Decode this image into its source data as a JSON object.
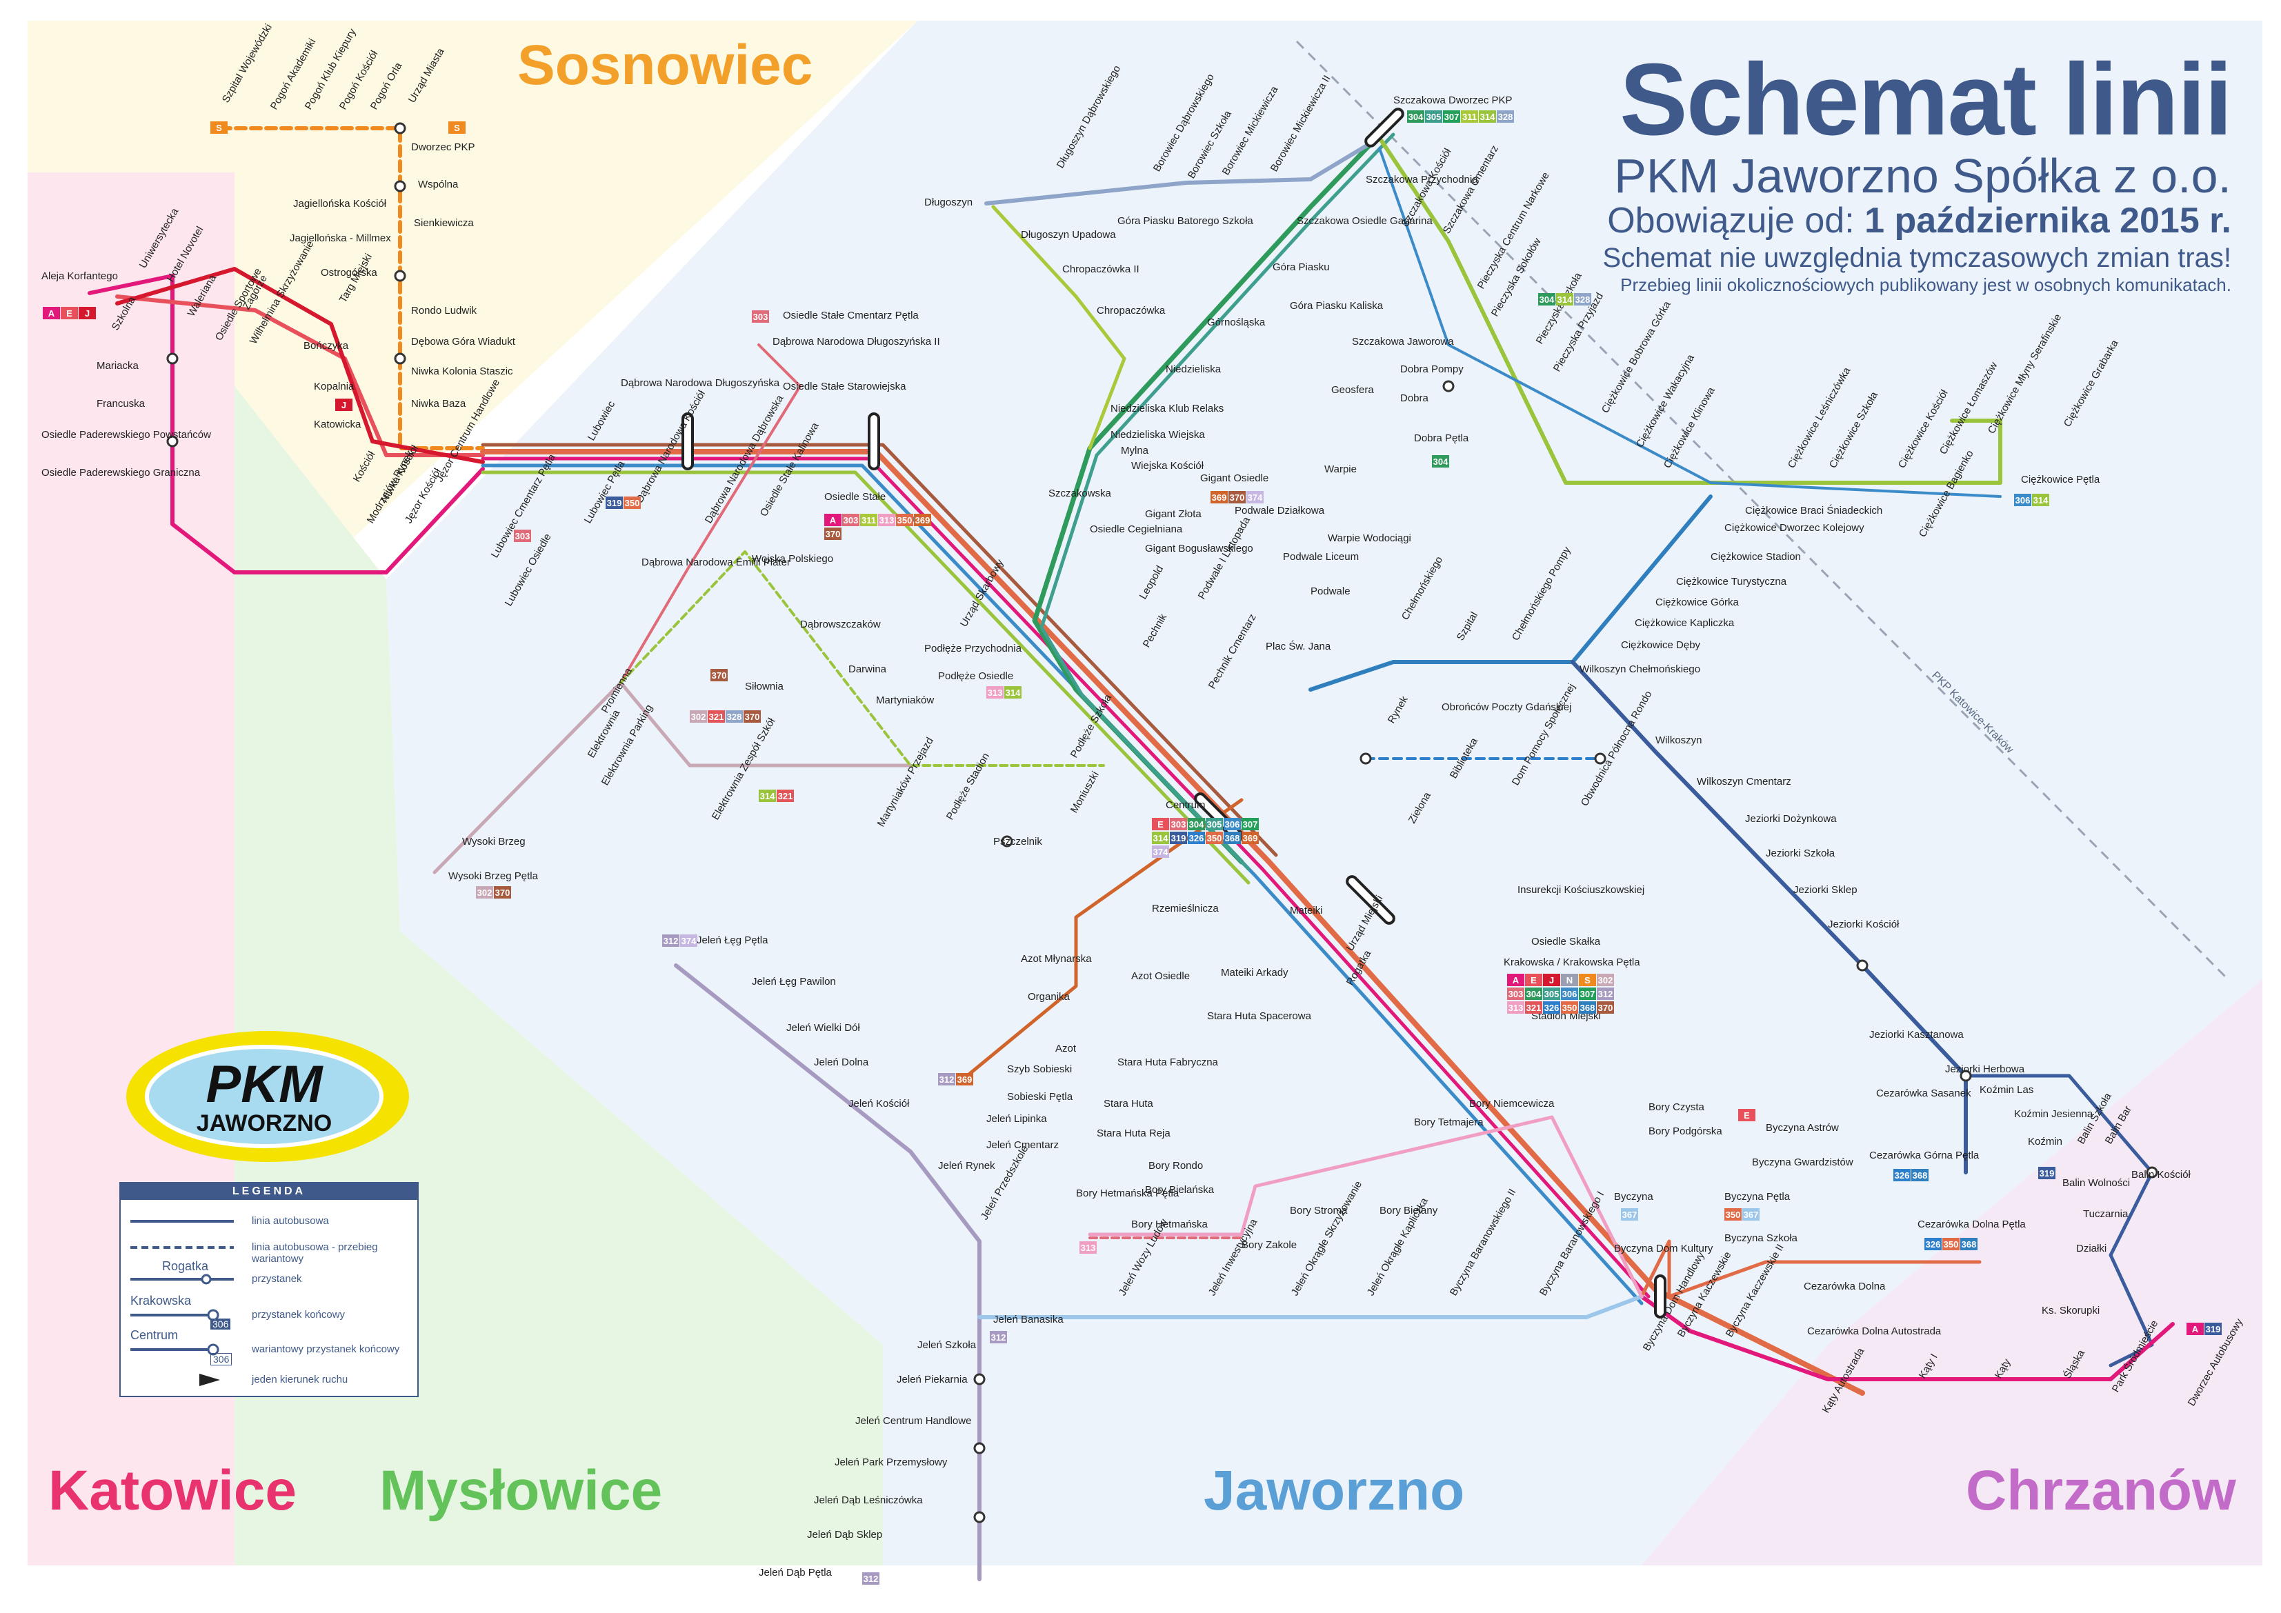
{
  "title": {
    "main": "Schemat linii",
    "company": "PKM Jaworzno Spółka z o.o.",
    "valid_from_label": "Obowiązuje od:",
    "valid_from_date": "1 października 2015 r.",
    "notice": "Schemat nie uwzględnia tymczasowych zmian tras!",
    "notice_small": "Przebieg linii okolicznościowych publikowany jest w osobnych komunikatach."
  },
  "regions": {
    "sosnowiec": "Sosnowiec",
    "katowice": "Katowice",
    "myslowice": "Mysłowice",
    "jaworzno": "Jaworzno",
    "chrzanow": "Chrzanów"
  },
  "logo": {
    "line1": "PKM",
    "line2": "JAWORZNO"
  },
  "legend": {
    "title": "LEGENDA",
    "items": [
      {
        "sample": "",
        "text": "linia autobusowa"
      },
      {
        "sample": "",
        "text": "linia autobusowa - przebieg wariantowy"
      },
      {
        "sample": "Rogatka",
        "text": "przystanek"
      },
      {
        "sample": "Krakowska",
        "sample_badge": "306",
        "text": "przystanek końcowy"
      },
      {
        "sample": "Centrum",
        "sample_badge": "306",
        "text": "wariantowy przystanek końcowy"
      },
      {
        "sample": "",
        "text": "jeden kierunek ruchu"
      }
    ]
  },
  "colors": {
    "title": "#3f5a8a",
    "sosnowiec": "#f3a02a",
    "katowice": "#e8336f",
    "myslowice": "#63c35a",
    "jaworzno": "#5aa0d6",
    "chrzanow": "#c36bc8",
    "bg_sosnowiec": "#fdf9e2",
    "bg_katowice": "#fde6ee",
    "bg_myslowice": "#e6f6e2",
    "bg_jaworzno": "#ecf3fa",
    "bg_chrzanow": "#f5e9f5"
  },
  "stops": [
    "Szpital Wojewódzki",
    "Pogoń Akademiki",
    "Pogoń Klub Kiepury",
    "Pogoń Kościół",
    "Pogoń Orla",
    "Urząd Miasta",
    "Dworzec PKP",
    "Wspólna",
    "Sienkiewicza",
    "Jagiellońska Kościół",
    "Jagiellońska - Millmex",
    "Ostrogórska",
    "Targ Miejski",
    "Rondo Ludwik",
    "Dębowa Góra Wiadukt",
    "Niwka Kolonia Staszic",
    "Niwka Baza",
    "Kopalnia",
    "Katowicka",
    "Kościół",
    "Niwka Kościół",
    "Modrzejów Rynek",
    "Jęzor Kościół",
    "Jęzor Centrum Handlowe",
    "Bończyka",
    "Wilhelmina Skrzyżowanie",
    "Osiedle Sportowe",
    "Zagórze",
    "Waleriana",
    "Hotel Novotel",
    "Uniwersytecka",
    "Aleja Korfantego",
    "Szkolna",
    "Mariacka",
    "Francuska",
    "Osiedle Paderewskiego Powstańców",
    "Osiedle Paderewskiego Graniczna",
    "Lubowiec",
    "Lubowiec Pętla",
    "Lubowiec Cmentarz Pętla",
    "Lubowiec Osiedle",
    "Dąbrowa Narodowa Długoszyńska",
    "Dąbrowa Narodowa Kościół",
    "Dąbrowa Narodowa Dąbrowska",
    "Osiedle Stałe Kalinowa",
    "Osiedle Stałe",
    "Osiedle Stałe Cmentarz Pętla",
    "Dąbrowa Narodowa Długoszyńska II",
    "Osiedle Stałe Starowiejska",
    "Dąbrowa Narodowa Emilii Plater",
    "Wojska Polskiego",
    "Dąbrowszczaków",
    "Darwina",
    "Siłownia",
    "Martyniaków",
    "Promienna",
    "Elektrownia",
    "Elektrownia Parking",
    "Elektrownia Zespół Szkół",
    "Martyniaków Przejazd",
    "Podłęże Stadion",
    "Moniuszki",
    "Podłęże Szkoła",
    "Podłęże Osiedle",
    "Podłęże Przychodnia",
    "Urząd Skarbowy",
    "Szczakowska",
    "Wysoki Brzeg",
    "Wysoki Brzeg Pętla",
    "Pszczelnik",
    "Długoszyn",
    "Długoszyn Dąbrowskiego",
    "Długoszyn Upadowa",
    "Chropaczówka II",
    "Chropaczówka",
    "Borowiec Dąbrowskiego",
    "Borowiec Szkoła",
    "Borowiec Mickiewicza",
    "Borowiec Mickiewicza II",
    "Góra Piasku Batorego Szkoła",
    "Góra Piasku",
    "Góra Piasku Kaliska",
    "Górnośląska",
    "Niedzieliska",
    "Niedzieliska Klub Relaks",
    "Niedzieliska Wiejska",
    "Mylna",
    "Wiejska Kościół",
    "Gigant Osiedle",
    "Gigant Złota",
    "Osiedle Cegielniana",
    "Gigant Bogusławskiego",
    "Podwale Działkowa",
    "Podwale Liceum",
    "Podwale",
    "Podwale I Listopada",
    "Leopold",
    "Pechnik",
    "Pechnik Cmentarz",
    "Plac Św. Jana",
    "Warpie",
    "Warpie Wodociągi",
    "Geosfera",
    "Szczakowa Dworzec PKP",
    "Szczakowa Przychodnia",
    "Szczakowa Osiedle Gagarina",
    "Szczakowa Kościół",
    "Szczakowa Cmentarz",
    "Szczakowa Jaworowa",
    "Dobra Pompy",
    "Dobra",
    "Dobra Pętla",
    "Pieczyska Centrum Narkowe",
    "Pieczyska Sokołów",
    "Pieczyska Szkoła",
    "Pieczyska Przyjazd",
    "Ciężkowice Bobrowa Górka",
    "Ciężkowice Wakacyjna",
    "Ciężkowice Klinowa",
    "Ciężkowice Leśniczówka",
    "Ciężkowice Szkoła",
    "Ciężkowice Kościół",
    "Ciężkowice Łomaszów",
    "Ciężkowice Młyny Serafinskie",
    "Ciężkowice Grabarka",
    "Ciężkowice Pętla",
    "Ciężkowice Bagienko",
    "Ciężkowice Braci Śniadeckich",
    "Ciężkowice Dworzec Kolejowy",
    "Ciężkowice Stadion",
    "Ciężkowice Turystyczna",
    "Ciężkowice Górka",
    "Ciężkowice Kapliczka",
    "Ciężkowice Dęby",
    "Wilkoszyn Chełmońskiego",
    "Chełmońskiego",
    "Szpital",
    "Chełmońskiego Pompy",
    "Obrońców Poczty Gdańskiej",
    "Rynek",
    "Wilkoszyn",
    "Wilkoszyn Cmentarz",
    "Jeziorki Dożynkowa",
    "Jeziorki Szkoła",
    "Jeziorki Sklep",
    "Jeziorki Kościół",
    "Jeziorki Kasztanowa",
    "Jeziorki Herbowa",
    "Centrum",
    "Biblioteka",
    "Zielona",
    "Dom Pomocy Społecznej",
    "Obwodnica Północna Rondo",
    "Rzemieślnicza",
    "Mateiki",
    "Urząd Miejski",
    "Rogatka",
    "Insurekcji Kościuszkowskiej",
    "Osiedle Skałka",
    "Krakowska / Krakowska Pętla",
    "Stadion Miejski",
    "Bory Czysta",
    "Bory Podgórska",
    "Bory Niemcewicza",
    "Bory Tetmajera",
    "Bory Rondo",
    "Bory Bielańska",
    "Bory Stroma",
    "Bory Bielany",
    "Bory Hetmańska",
    "Bory Hetmańska Pętla",
    "Bory Zakole",
    "Byczyna Astrów",
    "Byczyna Gwardzistów",
    "Byczyna Pętla",
    "Byczyna",
    "Byczyna Szkoła",
    "Byczyna Dom Kultury",
    "Byczyna Kaczewskie",
    "Byczyna Dom Handlowy",
    "Byczyna Kaczewskie II",
    "Cezarówka Dolna",
    "Cezarówka Dolna Autostrada",
    "Cezarówka Dolna Pętla",
    "Cezarówka Sasanek",
    "Cezarówka Górna Pętla",
    "Kąty Autostrada",
    "Kąty I",
    "Kąty",
    "Śląska",
    "Park Śródmieście",
    "Dworzec Autobusowy",
    "Ks. Skorupki",
    "Działki",
    "Tuczarnia",
    "Balin Kościół",
    "Balin Bar",
    "Balin Szkoła",
    "Balin Wolności",
    "Koźmin",
    "Koźmin Jesienna",
    "Koźmin Las",
    "Jeleń Łęg Pętla",
    "Jeleń Łęg Pawilon",
    "Jeleń Wielki Dół",
    "Jeleń Dolna",
    "Jeleń Kościół",
    "Jeleń Rynek",
    "Jeleń Lipinka",
    "Sobieski Pętla",
    "Szyb Sobieski",
    "Azot",
    "Organika",
    "Azot Młynarska",
    "Azot Osiedle",
    "Mateiki Arkady",
    "Stara Huta Spacerowa",
    "Stara Huta Fabryczna",
    "Stara Huta",
    "Stara Huta Reja",
    "Jeleń Cmentarz",
    "Jeleń Przedszkole",
    "Jeleń Banasika",
    "Jeleń Szkoła",
    "Jeleń Piekarnia",
    "Jeleń Centrum Handlowe",
    "Jeleń Park Przemysłowy",
    "Jeleń Dąb Leśniczówka",
    "Jeleń Dąb Sklep",
    "Jeleń Dąb Pętla",
    "Jeleń Wozy Ludów",
    "Jeleń Inwestycyjna",
    "Jeleń Okrągłe Skrzyżowanie",
    "Jeleń Okrągłe Kapliczka",
    "Byczyna Baranowskiego II",
    "Byczyna Baranowskiego I"
  ],
  "terminal_badges": [
    {
      "stop": "Aleja Korfantego",
      "lines": [
        "A",
        "E",
        "J"
      ]
    },
    {
      "stop": "Urząd Miasta",
      "lines": [
        "S"
      ]
    },
    {
      "stop": "Szpital Wojewódzki",
      "lines": [
        "S"
      ]
    },
    {
      "stop": "Kopalnia",
      "lines": [
        "J"
      ]
    },
    {
      "stop": "Lubowiec Pętla",
      "lines": [
        "319",
        "350"
      ]
    },
    {
      "stop": "Lubowiec Cmentarz Pętla",
      "lines": [
        "303"
      ]
    },
    {
      "stop": "Osiedle Stałe Cmentarz Pętla",
      "lines": [
        "303"
      ]
    },
    {
      "stop": "Osiedle Stałe",
      "lines": [
        "A",
        "303",
        "311",
        "313",
        "350",
        "369",
        "370"
      ]
    },
    {
      "stop": "Siłownia",
      "lines": [
        "370"
      ]
    },
    {
      "stop": "Podłęże Osiedle",
      "lines": [
        "313",
        "314"
      ]
    },
    {
      "stop": "Elektrownia Parking",
      "lines": [
        "302",
        "321",
        "328",
        "370"
      ]
    },
    {
      "stop": "Elektrownia Zespół Szkół",
      "lines": [
        "314",
        "321"
      ]
    },
    {
      "stop": "Wysoki Brzeg Pętla",
      "lines": [
        "302",
        "370"
      ]
    },
    {
      "stop": "Gigant Osiedle",
      "lines": [
        "369",
        "370",
        "374"
      ]
    },
    {
      "stop": "Szczakowa Dworzec PKP",
      "lines": [
        "304",
        "305",
        "307",
        "311",
        "314",
        "328"
      ]
    },
    {
      "stop": "Pieczyska Szkoła",
      "lines": [
        "304",
        "314",
        "328"
      ]
    },
    {
      "stop": "Dobra Pętla",
      "lines": [
        "304"
      ]
    },
    {
      "stop": "Ciężkowice Pętla",
      "lines": [
        "306",
        "314"
      ]
    },
    {
      "stop": "Centrum",
      "lines": [
        "E",
        "303",
        "304",
        "305",
        "306",
        "307",
        "314",
        "319",
        "326",
        "350",
        "368",
        "369",
        "374"
      ]
    },
    {
      "stop": "Krakowska / Krakowska Pętla",
      "lines": [
        "A",
        "E",
        "J",
        "N",
        "S",
        "302",
        "303",
        "304",
        "305",
        "306",
        "307",
        "312",
        "313",
        "321",
        "326",
        "350",
        "368",
        "370"
      ]
    },
    {
      "stop": "Byczyna Astrów",
      "lines": [
        "E"
      ]
    },
    {
      "stop": "Byczyna Pętla",
      "lines": [
        "350",
        "367"
      ]
    },
    {
      "stop": "Byczyna",
      "lines": [
        "367"
      ]
    },
    {
      "stop": "Cezarówka Dolna Pętla",
      "lines": [
        "326",
        "350",
        "368"
      ]
    },
    {
      "stop": "Cezarówka Górna Pętla",
      "lines": [
        "326",
        "368"
      ]
    },
    {
      "stop": "Balin Wolności",
      "lines": [
        "319"
      ]
    },
    {
      "stop": "Dworzec Autobusowy",
      "lines": [
        "A",
        "319"
      ]
    },
    {
      "stop": "Jeleń Łęg Pętla",
      "lines": [
        "312",
        "374"
      ]
    },
    {
      "stop": "Sobieski Pętla",
      "lines": [
        "312",
        "369"
      ]
    },
    {
      "stop": "Bory Hetmańska Pętla",
      "lines": [
        "313"
      ]
    },
    {
      "stop": "Jeleń Banasika",
      "lines": [
        "312"
      ]
    },
    {
      "stop": "Jeleń Dąb Pętla",
      "lines": [
        "312"
      ]
    }
  ],
  "line_colors": {
    "A": "#e2197a",
    "E": "#e8505b",
    "J": "#d6182f",
    "N": "#9b9fb2",
    "S": "#f08a1e",
    "302": "#c9a8b5",
    "303": "#e06a77",
    "304": "#2e9a5b",
    "305": "#3f9f8f",
    "306": "#3b8bc8",
    "307": "#22a05a",
    "311": "#a9c93a",
    "312": "#a79ac0",
    "313": "#f19ec3",
    "314": "#9ac43c",
    "319": "#3a5b9c",
    "321": "#e2565a",
    "326": "#2e7fcb",
    "328": "#8ea4c8",
    "350": "#e26b47",
    "367": "#9cc6ea",
    "368": "#2f7fbe",
    "369": "#d0642a",
    "370": "#a85a3e",
    "374": "#c6b7e2"
  },
  "railway_label": "PKP Katowice-Kraków"
}
